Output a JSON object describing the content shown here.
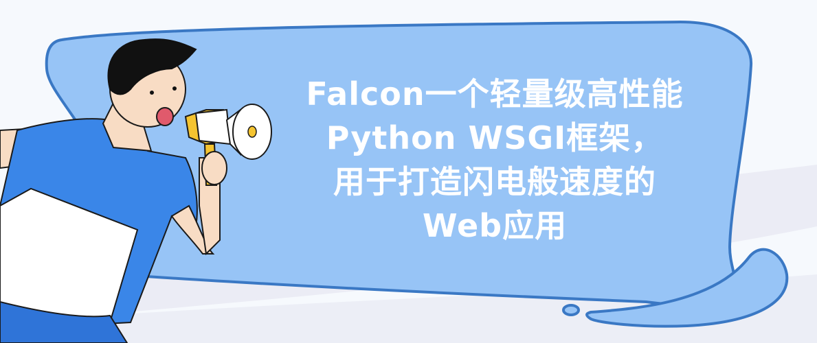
{
  "headline": {
    "lines": [
      "Falcon一个轻量级高性能",
      "Python WSGI框架，",
      "用于打造闪电般速度的",
      "Web应用"
    ]
  },
  "illustration": {
    "subject": "man-shouting-into-megaphone",
    "shirt_color": "#3a86e8",
    "megaphone_accent": "#f5c430"
  },
  "colors": {
    "background": "#f6f9fd",
    "bubble_fill": "#97c4f6",
    "bubble_stroke": "#3a78c4",
    "text": "#ffffff"
  }
}
